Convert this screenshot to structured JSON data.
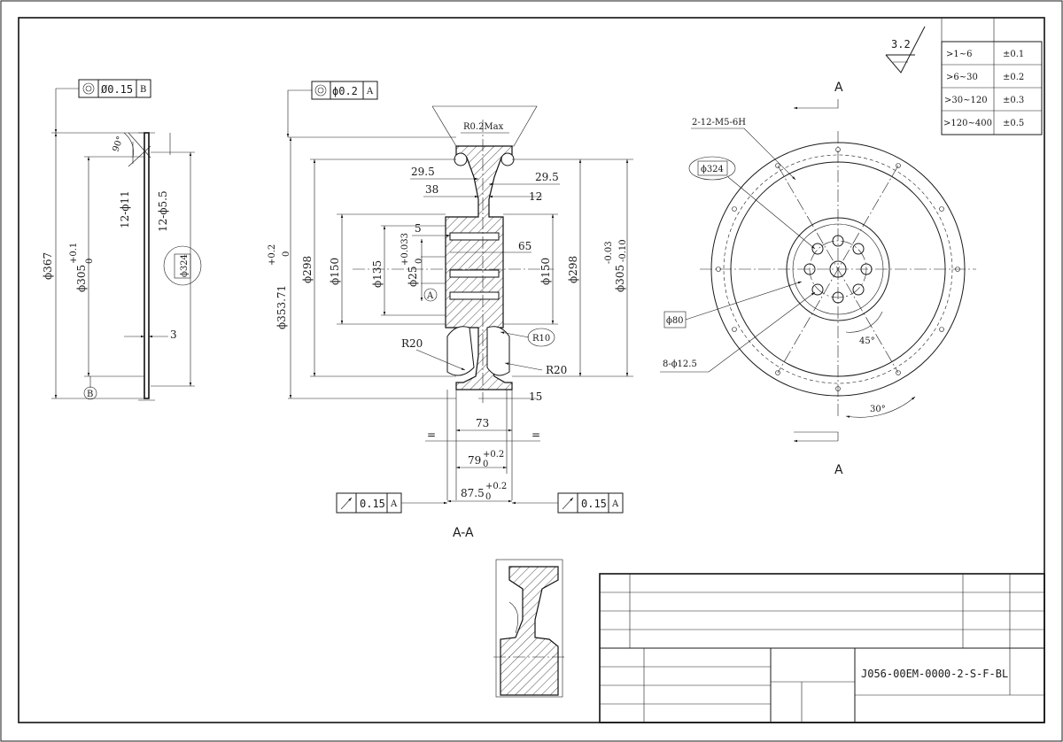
{
  "view_labels": {
    "section": "A-A",
    "cut_mark_top": "A",
    "cut_mark_bottom": "A"
  },
  "surface_finish": {
    "value": "3.2"
  },
  "tolerance_table": {
    "rows": [
      {
        "range": ">1~6",
        "tol": "±0.1"
      },
      {
        "range": ">6~30",
        "tol": "±0.2"
      },
      {
        "range": ">30~120",
        "tol": "±0.3"
      },
      {
        "range": ">120~400",
        "tol": "±0.5"
      }
    ]
  },
  "left_view": {
    "fcf": {
      "symbol": "◎",
      "value": "Ø0.15",
      "datum": "B"
    },
    "dims": {
      "d367": "ϕ367",
      "d305": "ϕ305",
      "d305_tol_up": "+0.1",
      "d305_tol_lo": "0",
      "holes11": "12-ϕ11",
      "holes55": "12-ϕ5.5",
      "angle90": "90°",
      "d324": "ϕ324",
      "thick3": "3"
    },
    "datum": "B"
  },
  "section_view": {
    "fcf_top": {
      "symbol": "◎",
      "value": "ϕ0.2",
      "datum": "A"
    },
    "fcf_bl": {
      "symbol": "↗",
      "value": "0.15",
      "datum": "A"
    },
    "fcf_br": {
      "symbol": "↗",
      "value": "0.15",
      "datum": "A"
    },
    "dims": {
      "r02": "R0.2Max",
      "w295l": "29.5",
      "w295r": "29.5",
      "w38": "38",
      "w12": "12",
      "w5": "5",
      "w65": "65",
      "d35371": "ϕ353.71",
      "d35371_up": "+0.2",
      "d35371_lo": "0",
      "d298l": "ϕ298",
      "d150l": "ϕ150",
      "d135": "ϕ135",
      "d25": "ϕ25",
      "d25_up": "+0.033",
      "d25_lo": "0",
      "d150r": "ϕ150",
      "d298r": "ϕ298",
      "d305": "ϕ305",
      "d305_up": "-0.03",
      "d305_lo": "-0.10",
      "r20l": "R20",
      "r10": "R10",
      "r20r": "R20",
      "w15": "15",
      "w73": "73",
      "w79": "79",
      "w79_up": "+0.2",
      "w79_lo": "0",
      "w875": "87.5",
      "w875_up": "+0.2",
      "w875_lo": "0",
      "eq_l": "=",
      "eq_r": "="
    },
    "datum": "A"
  },
  "front_view": {
    "dims": {
      "threads": "2-12-M5-6H",
      "d324": "ϕ324",
      "d80": "ϕ80",
      "holes125": "8-ϕ12.5",
      "angle45": "45°",
      "angle30": "30°"
    }
  },
  "title_block": {
    "drawing_no": "J056-00EM-0000-2-S-F-BL"
  }
}
